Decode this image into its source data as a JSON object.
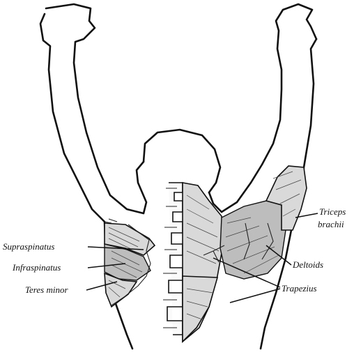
{
  "labels": {
    "supraspinatus": "Supraspinatus",
    "infraspinatus": "Infraspinatus",
    "teres_minor": "Teres minor",
    "triceps_line1": "Triceps",
    "triceps_line2": "brachii",
    "deltoids": "Deltoids",
    "trapezius": "Trapezius"
  }
}
